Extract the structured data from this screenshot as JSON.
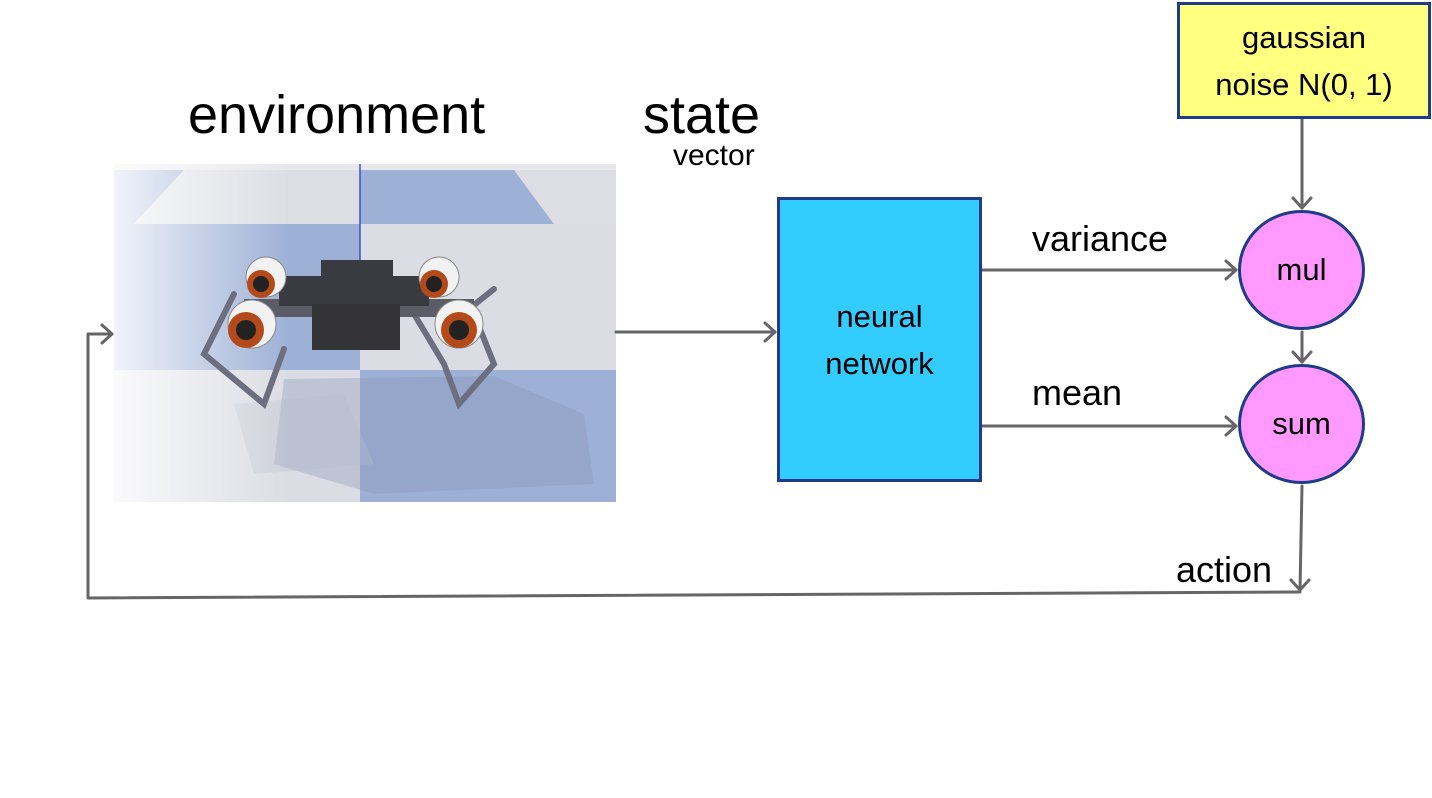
{
  "labels": {
    "environment": "environment",
    "state": "state",
    "vector": "vector",
    "variance": "variance",
    "mean": "mean",
    "action": "action"
  },
  "nodes": {
    "neural_network": {
      "line1": "neural",
      "line2": "network"
    },
    "gaussian_noise": {
      "line1": "gaussian",
      "line2": "noise N(0, 1)"
    },
    "mul": "mul",
    "sum": "sum"
  },
  "colors": {
    "network_fill": "#33ccff",
    "noise_fill": "#ffff80",
    "operator_fill": "#ff99ff",
    "node_border": "#1f3c8a",
    "arrow": "#666666"
  },
  "icons": {
    "environment_image": "quadruped-robot-simulation"
  }
}
